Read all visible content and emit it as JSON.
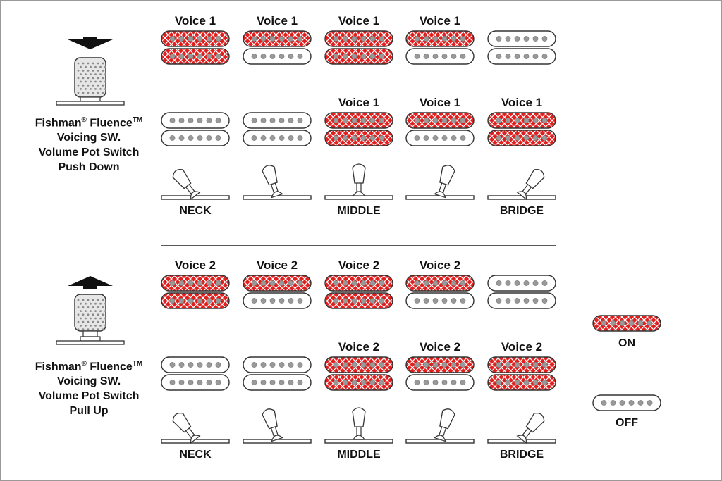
{
  "colors": {
    "on": "#e0201f",
    "off": "#ffffff",
    "pole": "#999999",
    "stroke": "#333333"
  },
  "sections": [
    {
      "name": "push-down",
      "arrow": "down-arrow-icon",
      "label": {
        "brand": "Fishman",
        "reg": "®",
        "model": "Fluence",
        "tm": "TM",
        "line2": "Voicing SW.",
        "line3": "Volume Pot Switch",
        "line4": "Push Down"
      },
      "voice_label": "Voice 1",
      "rows": [
        {
          "positions": [
            {
              "labeled": true,
              "top": "on",
              "bottom": "on"
            },
            {
              "labeled": true,
              "top": "on",
              "bottom": "off"
            },
            {
              "labeled": true,
              "top": "on",
              "bottom": "on"
            },
            {
              "labeled": true,
              "top": "on",
              "bottom": "off"
            },
            {
              "labeled": false,
              "top": "off",
              "bottom": "off"
            }
          ]
        },
        {
          "positions": [
            {
              "labeled": false,
              "top": "off",
              "bottom": "off"
            },
            {
              "labeled": false,
              "top": "off",
              "bottom": "off"
            },
            {
              "labeled": true,
              "top": "on",
              "bottom": "on"
            },
            {
              "labeled": true,
              "top": "on",
              "bottom": "off"
            },
            {
              "labeled": true,
              "top": "on",
              "bottom": "on"
            }
          ]
        }
      ],
      "switch_positions": [
        {
          "tilt": "left",
          "label": "NECK"
        },
        {
          "tilt": "left-mid",
          "label": ""
        },
        {
          "tilt": "center",
          "label": "MIDDLE"
        },
        {
          "tilt": "right-mid",
          "label": ""
        },
        {
          "tilt": "right",
          "label": "BRIDGE"
        }
      ]
    },
    {
      "name": "pull-up",
      "arrow": "up-arrow-icon",
      "label": {
        "brand": "Fishman",
        "reg": "®",
        "model": "Fluence",
        "tm": "TM",
        "line2": "Voicing SW.",
        "line3": "Volume Pot Switch",
        "line4": "Pull Up"
      },
      "voice_label": "Voice 2",
      "rows": [
        {
          "positions": [
            {
              "labeled": true,
              "top": "on",
              "bottom": "on"
            },
            {
              "labeled": true,
              "top": "on",
              "bottom": "off"
            },
            {
              "labeled": true,
              "top": "on",
              "bottom": "on"
            },
            {
              "labeled": true,
              "top": "on",
              "bottom": "off"
            },
            {
              "labeled": false,
              "top": "off",
              "bottom": "off"
            }
          ]
        },
        {
          "positions": [
            {
              "labeled": false,
              "top": "off",
              "bottom": "off"
            },
            {
              "labeled": false,
              "top": "off",
              "bottom": "off"
            },
            {
              "labeled": true,
              "top": "on",
              "bottom": "on"
            },
            {
              "labeled": true,
              "top": "on",
              "bottom": "off"
            },
            {
              "labeled": true,
              "top": "on",
              "bottom": "on"
            }
          ]
        }
      ],
      "switch_positions": [
        {
          "tilt": "left",
          "label": "NECK"
        },
        {
          "tilt": "left-mid",
          "label": ""
        },
        {
          "tilt": "center",
          "label": "MIDDLE"
        },
        {
          "tilt": "right-mid",
          "label": ""
        },
        {
          "tilt": "right",
          "label": "BRIDGE"
        }
      ]
    }
  ],
  "legend": [
    {
      "state": "on",
      "label": "ON"
    },
    {
      "state": "off",
      "label": "OFF"
    }
  ]
}
